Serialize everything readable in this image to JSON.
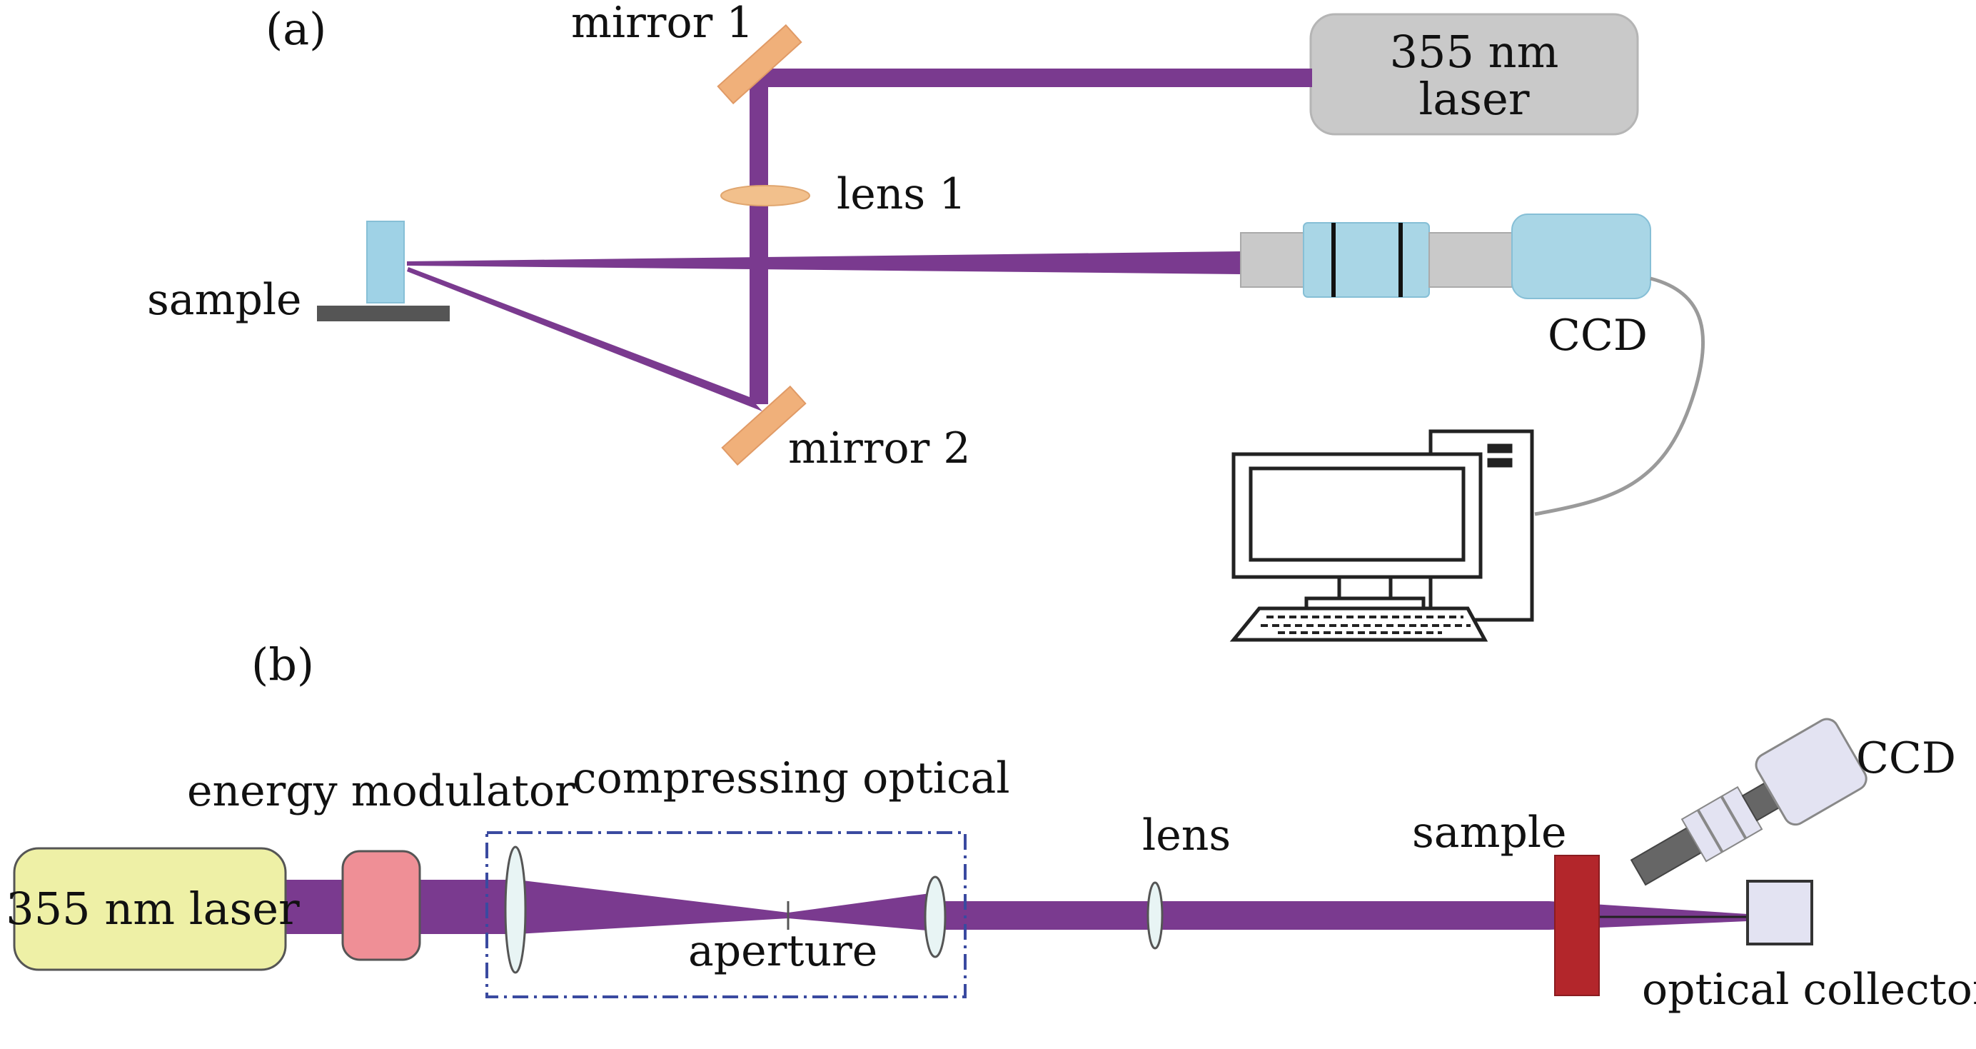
{
  "colors": {
    "beam": "#7a3a8f",
    "beam_light": "#9b4fae",
    "mirror": "#f0b07a",
    "lens_a": "#f2c08c",
    "laser_a": "#c9c9c9",
    "laser_b": "#eef0a6",
    "ccd": "#a9d6e6",
    "sample_a": "#9fd2e6",
    "stage": "#555555",
    "modulator": "#ef8f96",
    "sample_b": "#b3262b",
    "frame": "#3a4aa0",
    "collector": "#e3e3f2"
  },
  "panel_a": {
    "label": "(a)",
    "mirror1": "mirror 1",
    "mirror2": "mirror 2",
    "lens1": "lens 1",
    "sample": "sample",
    "ccd": "CCD",
    "laser_line1": "355 nm",
    "laser_line2": "laser",
    "computer_icon": "computer-icon"
  },
  "panel_b": {
    "label": "(b)",
    "laser": "355 nm laser",
    "energy_modulator": "energy modulator",
    "compressing_optical": "compressing optical",
    "aperture": "aperture",
    "lens": "lens",
    "sample": "sample",
    "ccd": "CCD",
    "optical_collector": "optical collector"
  }
}
